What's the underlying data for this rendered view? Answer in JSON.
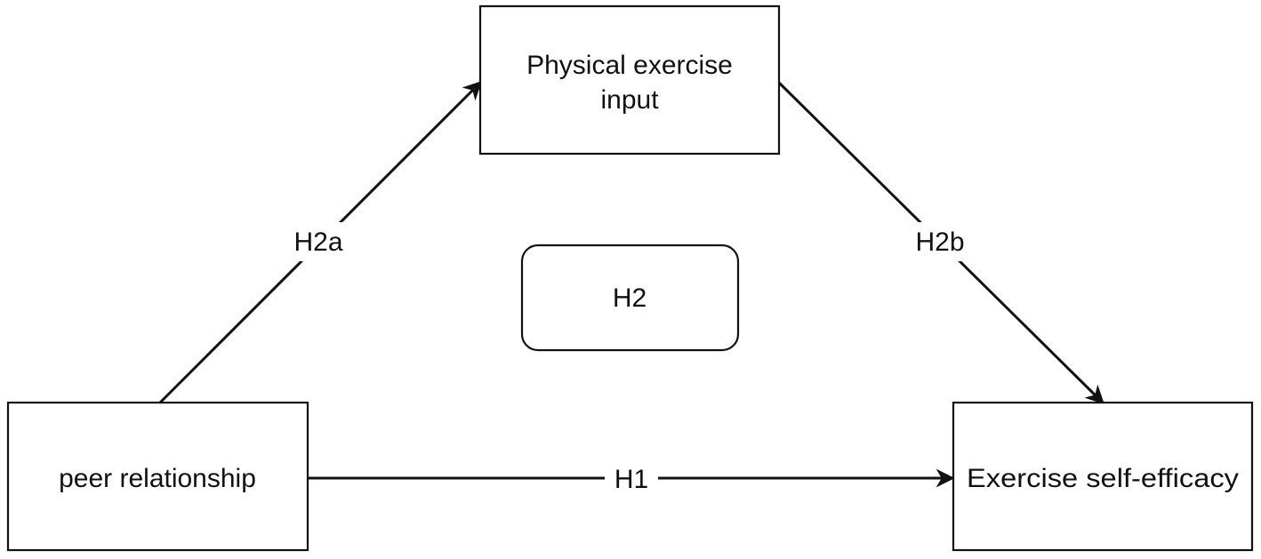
{
  "diagram": {
    "nodes": {
      "mediator": {
        "line1": "Physical exercise",
        "line2": "input"
      },
      "independent": {
        "label": "peer relationship"
      },
      "dependent": {
        "label": "Exercise self-efficacy"
      },
      "hypothesis_box": {
        "label": "H2"
      }
    },
    "edges": {
      "h2a": {
        "label": "H2a",
        "from": "peer relationship",
        "to": "Physical exercise input"
      },
      "h2b": {
        "label": "H2b",
        "from": "Physical exercise input",
        "to": "Exercise self-efficacy"
      },
      "h1": {
        "label": "H1",
        "from": "peer relationship",
        "to": "Exercise self-efficacy"
      }
    }
  }
}
